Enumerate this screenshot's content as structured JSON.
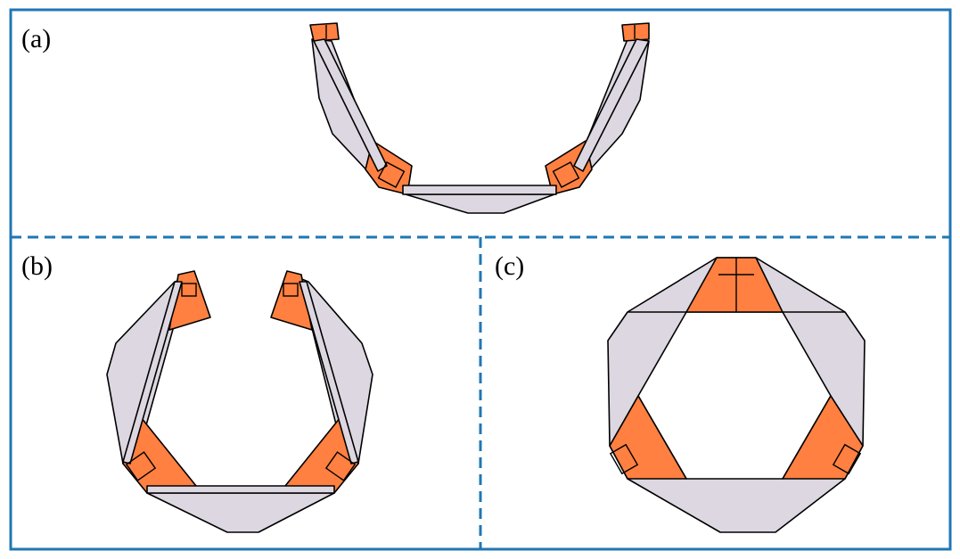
{
  "panels": {
    "a": {
      "label": "(a)"
    },
    "b": {
      "label": "(b)"
    },
    "c": {
      "label": "(c)"
    }
  },
  "colors": {
    "frame": "#1f77b4",
    "divider": "#1f77b4",
    "panel_fill": "#dcd7e0",
    "hinge_fill": "#ff8040",
    "outline": "#000000",
    "background": "#ffffff"
  }
}
